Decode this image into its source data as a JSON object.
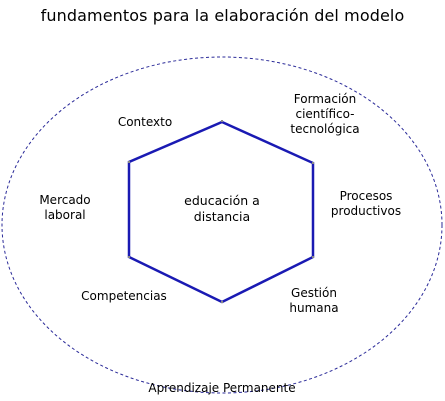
{
  "title": "fundamentos para la elaboración del modelo",
  "center": "educación a\ndistancia",
  "nodes": {
    "top": "Contexto",
    "upper_right": "Formación\ncientífico-\ntecnológica",
    "right": "Procesos\nproductivos",
    "lower_right": "Gestión\nhumana",
    "lower_left": "Competencias",
    "left": "Mercado\nlaboral"
  },
  "outer_label": "Aprendizaje Permanente",
  "colors": {
    "hexagon": "#1a1ab3",
    "ellipse": "#2b2b99",
    "text": "#000000"
  }
}
